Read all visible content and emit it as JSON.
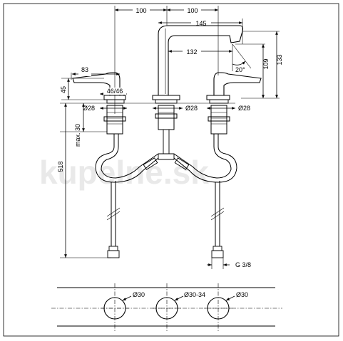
{
  "watermark": "kupelne.sk",
  "dimensions": {
    "spacing_left": "100",
    "spacing_right": "100",
    "spout_reach": "145",
    "aerator_reach": "132",
    "spout_height": "109",
    "total_spout_height": "133",
    "spout_angle": "20°",
    "handle_reach": "83",
    "handle_height": "45",
    "handle_adjust": "46/46",
    "left_hole": "Ø28",
    "center_hole": "Ø28",
    "right_hole": "Ø28",
    "max_deck": "max. 30",
    "hose_length": "518",
    "connection": "G 3/8",
    "bottom_hole_left": "Ø30",
    "bottom_hole_center": "Ø30-34",
    "bottom_hole_right": "Ø30"
  }
}
